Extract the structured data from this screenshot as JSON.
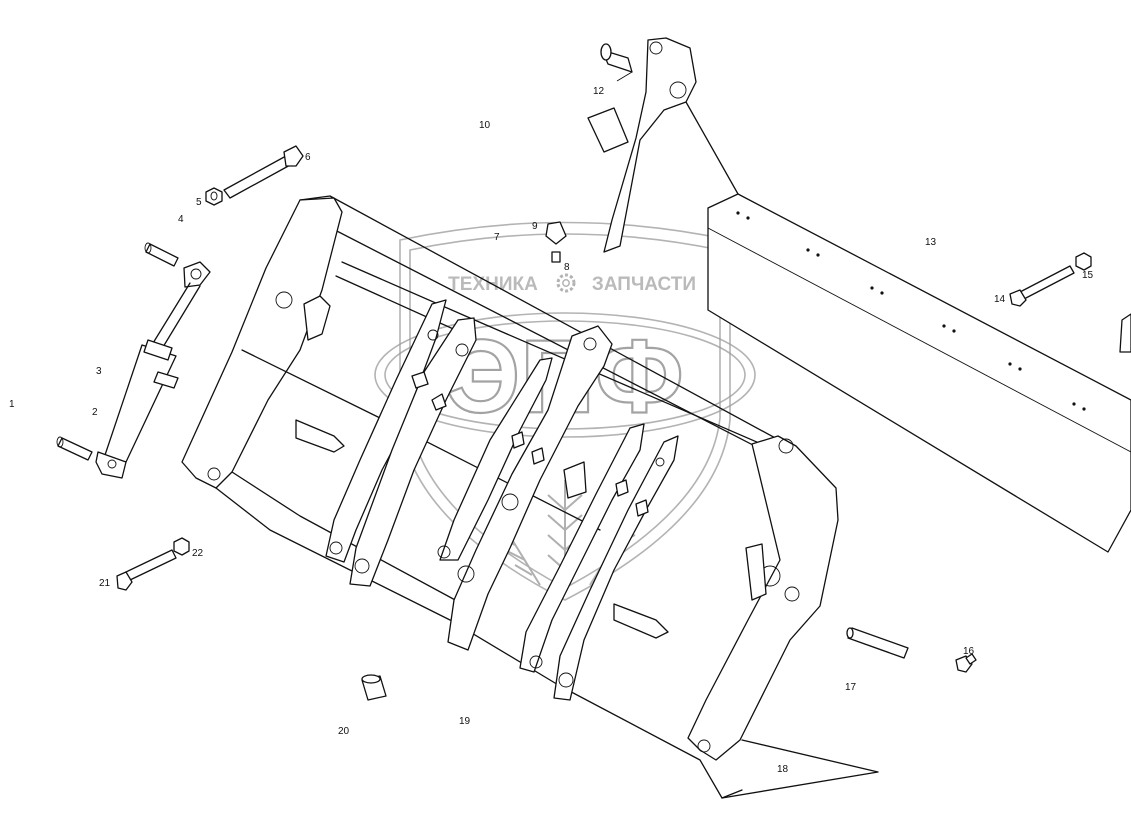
{
  "watermark": {
    "top_line_left": "ТЕХНИКА",
    "top_line_right": "ЗАПЧАСТИ",
    "main_letters": "ЭПФ"
  },
  "callouts": [
    {
      "id": "1",
      "text": "1"
    },
    {
      "id": "2",
      "text": "2"
    },
    {
      "id": "3",
      "text": "3"
    },
    {
      "id": "4",
      "text": "4"
    },
    {
      "id": "5",
      "text": "5"
    },
    {
      "id": "6",
      "text": "6"
    },
    {
      "id": "7",
      "text": "7"
    },
    {
      "id": "8",
      "text": "8"
    },
    {
      "id": "9",
      "text": "9"
    },
    {
      "id": "10",
      "text": "10"
    },
    {
      "id": "12",
      "text": "12"
    },
    {
      "id": "13",
      "text": "13"
    },
    {
      "id": "14",
      "text": "14"
    },
    {
      "id": "15",
      "text": "15"
    },
    {
      "id": "16",
      "text": "16"
    },
    {
      "id": "17",
      "text": "17"
    },
    {
      "id": "18",
      "text": "18"
    },
    {
      "id": "19",
      "text": "19"
    },
    {
      "id": "20",
      "text": "20"
    },
    {
      "id": "21",
      "text": "21"
    },
    {
      "id": "22",
      "text": "22"
    }
  ]
}
